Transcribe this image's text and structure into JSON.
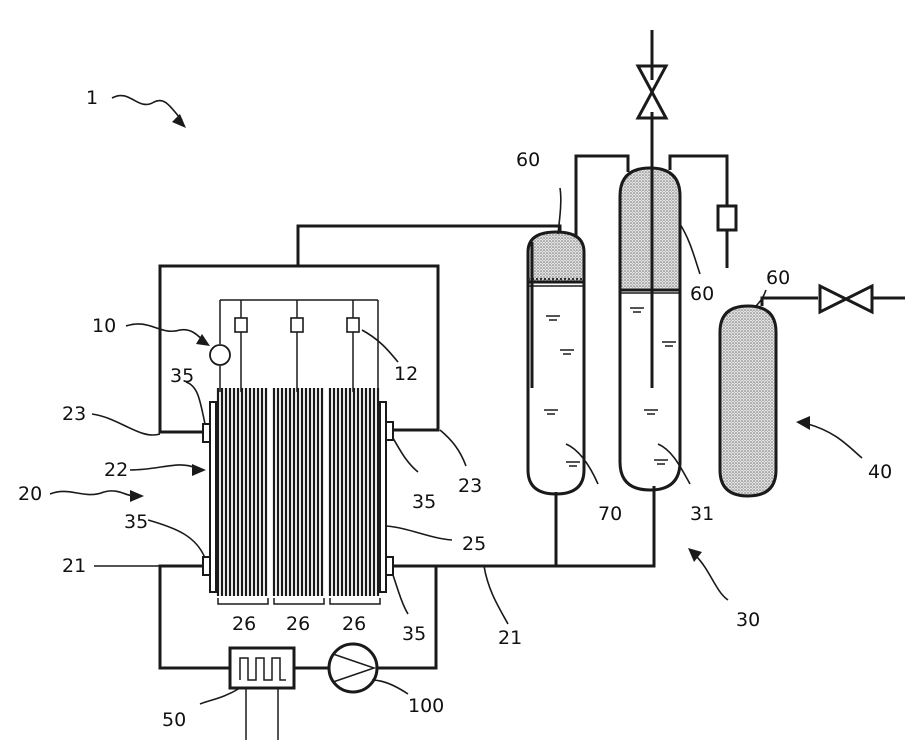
{
  "labels": {
    "system": "1",
    "subsystem_10": "10",
    "sensor_12": "12",
    "stack_20": "20",
    "line_21_left": "21",
    "line_21_right": "21",
    "plate_22": "22",
    "line_23_left": "23",
    "line_23_right": "23",
    "plate_25": "25",
    "cell_26_a": "26",
    "cell_26_b": "26",
    "cell_26_c": "26",
    "unit_30": "30",
    "tank_31": "31",
    "port_35_a": "35",
    "port_35_b": "35",
    "port_35_c": "35",
    "port_35_d": "35",
    "tank_40": "40",
    "heater_50": "50",
    "gas_60_a": "60",
    "gas_60_b": "60",
    "gas_60_c": "60",
    "liquid_70": "70",
    "pump_100": "100"
  },
  "colors": {
    "line": "#1a1a1a",
    "gas_fill": "#c8c8c8"
  }
}
